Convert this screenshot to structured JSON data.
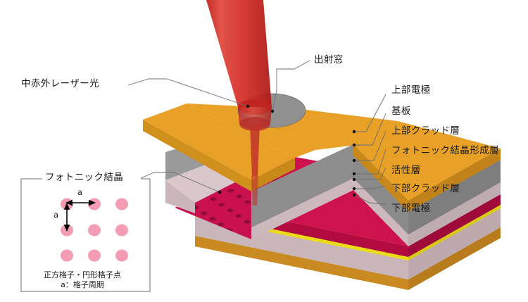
{
  "figure": {
    "title_caption": "",
    "labels": {
      "laser": "中赤外レーザー光",
      "exit_window": "出射窓"
    },
    "layer_labels": [
      {
        "id": "top-electrode",
        "text": "上部電極"
      },
      {
        "id": "substrate",
        "text": "基板"
      },
      {
        "id": "upper-clad",
        "text": "上部クラッド層"
      },
      {
        "id": "photonic-crystal-layer",
        "text": "フォトニック結晶形成層"
      },
      {
        "id": "active-layer",
        "text": "活性層"
      },
      {
        "id": "lower-clad",
        "text": "下部クラッド層"
      },
      {
        "id": "bottom-electrode",
        "text": "下部電極"
      }
    ],
    "inset": {
      "title": "フォトニック結晶",
      "lattice_constant_symbol": "a",
      "caption_line1": "正方格子・円形格子点",
      "caption_line2": "a：格子周期",
      "lattice_rows": 3,
      "lattice_cols": 3,
      "dot_color": "#F39CB4"
    },
    "colors": {
      "top_electrode": "#E8A027",
      "top_electrode_front": "#D8961F",
      "substrate": "#8A8A8A",
      "substrate_top": "#9C9C9C",
      "upper_clad": "#D8C3C8",
      "photonic_crystal": "#C8104A",
      "photonic_crystal_top": "#CE1250",
      "active_layer": "#F2E21A",
      "lower_clad": "#CFBFC2",
      "bottom_electrode": "#D89A2A",
      "beam": "#D8322C",
      "leader_line": "#6E6E6E",
      "background": "#FFFFFF"
    }
  }
}
